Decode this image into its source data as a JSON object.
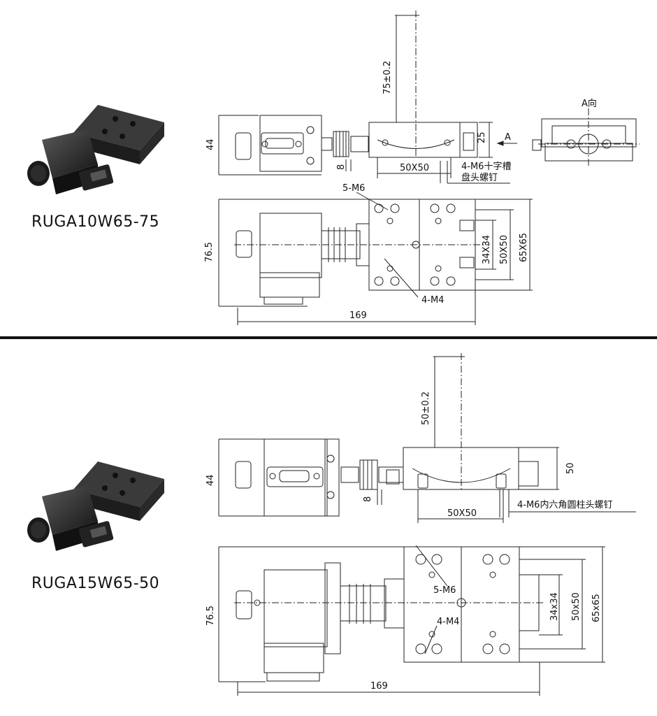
{
  "section1": {
    "model": "RUGA10W65-75",
    "dims": {
      "travel": "75±0.2",
      "height": "44",
      "table_height": "25",
      "view_arrow": "A",
      "view_title": "A向",
      "coupling": "8",
      "screw_spacing": "50X50",
      "screw_note_1": "4-M6十字槽",
      "screw_note_2": "盘头螺钉",
      "m6_holes": "5-M6",
      "width": "76.5",
      "hole_34": "34X34",
      "hole_50": "50X50",
      "plate": "65X65",
      "m4_holes": "4-M4",
      "length": "169"
    }
  },
  "section2": {
    "model": "RUGA15W65-50",
    "dims": {
      "travel": "50±0.2",
      "height": "44",
      "table_height": "50",
      "coupling": "8",
      "screw_spacing": "50X50",
      "screw_note": "4-M6内六角圆柱头螺钉",
      "width": "76.5",
      "m6_holes": "5-M6",
      "m4_holes": "4-M4",
      "hole_34": "34x34",
      "hole_50": "50x50",
      "plate": "65x65",
      "length": "169"
    }
  }
}
